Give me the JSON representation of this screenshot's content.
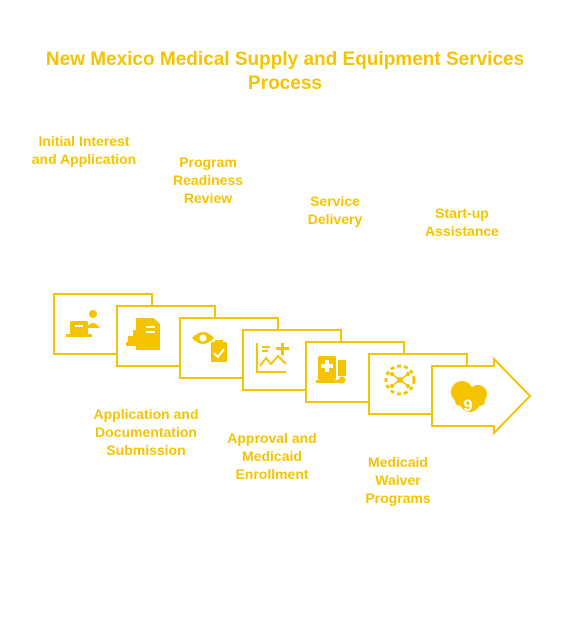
{
  "title": "New Mexico Medical Supply and Equipment Services Process",
  "colors": {
    "accent": "#f5c400",
    "background": "#ffffff"
  },
  "steps": [
    {
      "label": "Initial Interest\nand Application",
      "icon": "laptop-user-icon"
    },
    {
      "label": "Application and\nDocumentation\nSubmission",
      "icon": "document-stamp-icon"
    },
    {
      "label": "Program\nReadiness\nReview",
      "icon": "eye-clipboard-icon"
    },
    {
      "label": "Approval and\nMedicaid\nEnrollment",
      "icon": "chart-plus-icon"
    },
    {
      "label": "Service\nDelivery",
      "icon": "medical-delivery-icon"
    },
    {
      "label": "Medicaid\nWaiver\nPrograms",
      "icon": "gear-network-icon"
    },
    {
      "label": "Start-up\nAssistance",
      "icon": "cloud-nine-icon"
    }
  ]
}
